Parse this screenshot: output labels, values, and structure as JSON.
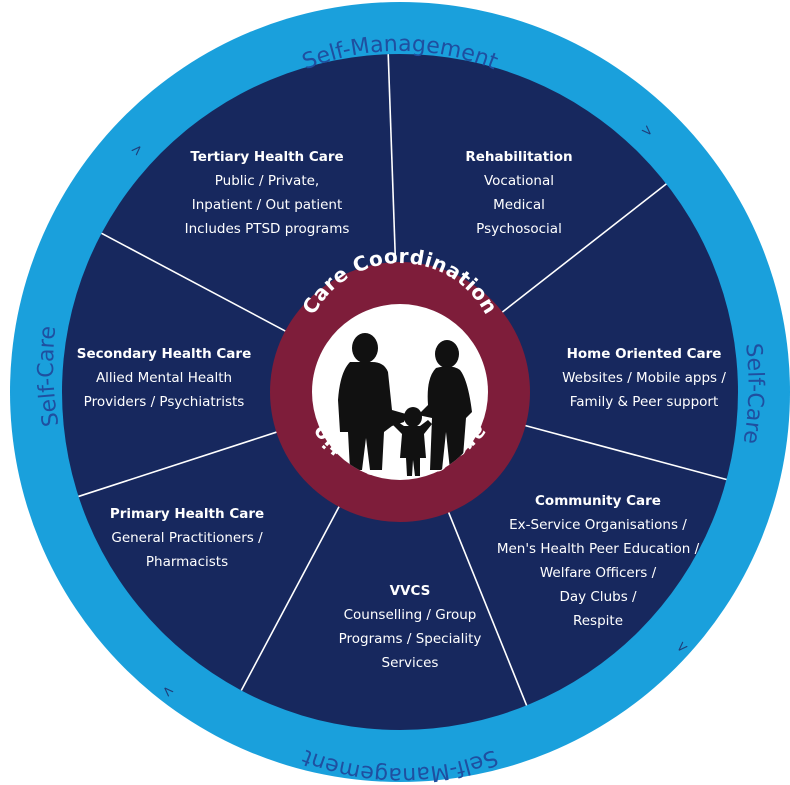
{
  "colors": {
    "outer_ring": "#1aa0dc",
    "segment_fill": "#17285e",
    "divider": "#ffffff",
    "center_ring": "#7e1d3a",
    "center_disc": "#ffffff",
    "ring_text": "#1f4fa0",
    "silhouette": "#111111"
  },
  "ring_labels": {
    "top": "Self-Management",
    "bottom": "Self-Management",
    "left": "Self-Care",
    "right": "Self-Care",
    "arrow_glyph": ">"
  },
  "center": {
    "label_top": "Care Coordination",
    "label_bottom": "Care Coordination",
    "image_icon": "family-silhouette-icon"
  },
  "segments": [
    {
      "title": "Tertiary Health Care",
      "lines": [
        "Public / Private,",
        "Inpatient / Out patient",
        "Includes PTSD programs"
      ]
    },
    {
      "title": "Rehabilitation",
      "lines": [
        "Vocational",
        "Medical",
        "Psychosocial"
      ]
    },
    {
      "title": "Home Oriented Care",
      "lines": [
        "Websites / Mobile apps /",
        "Family & Peer support"
      ]
    },
    {
      "title": "Community Care",
      "lines": [
        "Ex-Service Organisations /",
        "Men's Health Peer Education /",
        "Welfare Officers /",
        "Day Clubs /",
        "Respite"
      ]
    },
    {
      "title": "VVCS",
      "lines": [
        "Counselling / Group",
        "Programs / Speciality",
        "Services"
      ]
    },
    {
      "title": "Primary Health Care",
      "lines": [
        "General Practitioners /",
        "Pharmacists"
      ]
    },
    {
      "title": "Secondary Health Care",
      "lines": [
        "Allied Mental Health",
        "Providers / Psychiatrists"
      ]
    }
  ]
}
